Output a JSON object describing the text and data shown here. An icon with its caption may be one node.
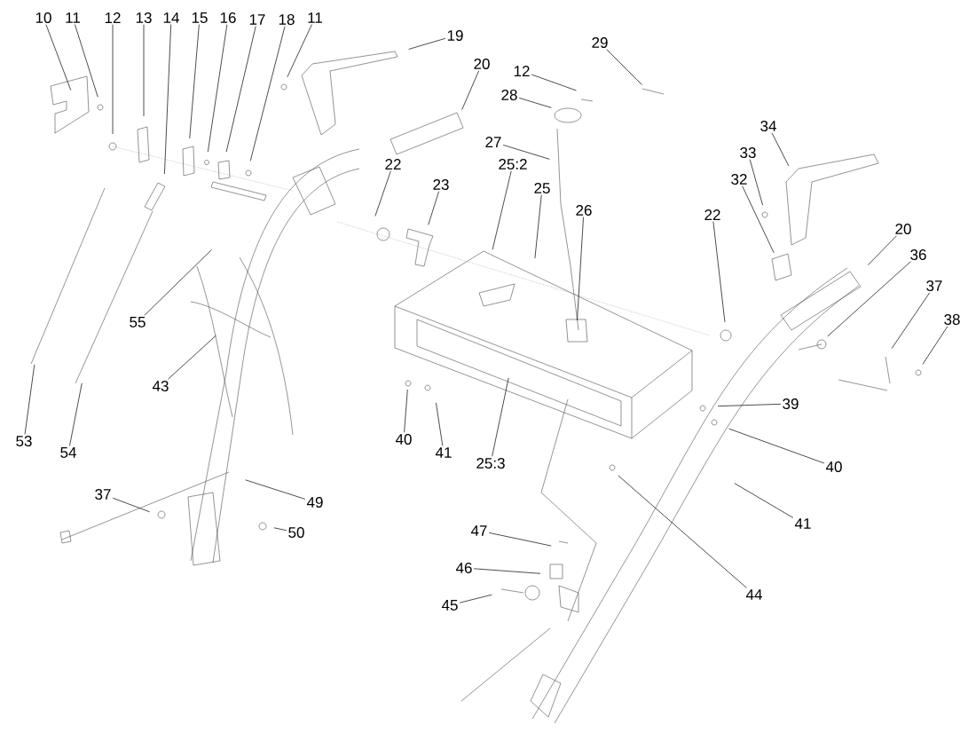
{
  "diagram": {
    "nodes": [
      {
        "text": [
          "10"
        ]
      },
      {
        "text": [
          "11"
        ]
      },
      {
        "text": [
          "12"
        ]
      },
      {
        "text": [
          "13"
        ]
      },
      {
        "text": [
          "14"
        ]
      },
      {
        "text": [
          "15"
        ]
      },
      {
        "text": [
          "16"
        ]
      },
      {
        "text": [
          "17"
        ]
      },
      {
        "text": [
          "18"
        ]
      },
      {
        "text": [
          "11"
        ]
      },
      {
        "text": [
          "19"
        ]
      },
      {
        "text": [
          "29"
        ]
      },
      {
        "text": [
          "20"
        ]
      },
      {
        "text": [
          "12"
        ]
      },
      {
        "text": [
          "28"
        ]
      },
      {
        "text": [
          "34"
        ]
      },
      {
        "text": [
          "27"
        ]
      },
      {
        "text": [
          "33"
        ]
      },
      {
        "text": [
          "22"
        ]
      },
      {
        "text": [
          "25:2"
        ]
      },
      {
        "text": [
          "32"
        ]
      },
      {
        "text": [
          "23"
        ]
      },
      {
        "text": [
          "25"
        ]
      },
      {
        "text": [
          "26"
        ]
      },
      {
        "text": [
          "22"
        ]
      },
      {
        "text": [
          "20"
        ]
      },
      {
        "text": [
          "36"
        ]
      },
      {
        "text": [
          "37"
        ]
      },
      {
        "text": [
          "38"
        ]
      },
      {
        "text": [
          "55"
        ]
      },
      {
        "text": [
          "43"
        ]
      },
      {
        "text": [
          "39"
        ]
      },
      {
        "text": [
          "53"
        ]
      },
      {
        "text": [
          "40"
        ]
      },
      {
        "text": [
          "54"
        ]
      },
      {
        "text": [
          "41"
        ]
      },
      {
        "text": [
          "25:3"
        ]
      },
      {
        "text": [
          "40"
        ]
      },
      {
        "text": [
          "37"
        ]
      },
      {
        "text": [
          "49"
        ]
      },
      {
        "text": [
          "41"
        ]
      },
      {
        "text": [
          "47"
        ]
      },
      {
        "text": [
          "50"
        ]
      },
      {
        "text": [
          "46"
        ]
      },
      {
        "text": [
          "44"
        ]
      },
      {
        "text": [
          "45"
        ]
      }
    ],
    "edges": [
      {
        "from": 0,
        "to": null,
        "arrow": "none"
      },
      {
        "from": 1,
        "to": null,
        "arrow": "none"
      },
      {
        "from": 2,
        "to": null,
        "arrow": "none"
      },
      {
        "from": 3,
        "to": null,
        "arrow": "none"
      },
      {
        "from": 4,
        "to": null,
        "arrow": "none"
      },
      {
        "from": 5,
        "to": null,
        "arrow": "none"
      },
      {
        "from": 6,
        "to": null,
        "arrow": "none"
      },
      {
        "from": 7,
        "to": null,
        "arrow": "none"
      },
      {
        "from": 8,
        "to": null,
        "arrow": "none"
      },
      {
        "from": 9,
        "to": null,
        "arrow": "none"
      },
      {
        "from": 10,
        "to": null,
        "arrow": "none"
      },
      {
        "from": 11,
        "to": null,
        "arrow": "none"
      },
      {
        "from": 12,
        "to": null,
        "arrow": "none"
      },
      {
        "from": 13,
        "to": null,
        "arrow": "none"
      },
      {
        "from": 14,
        "to": null,
        "arrow": "none"
      },
      {
        "from": 15,
        "to": null,
        "arrow": "none"
      },
      {
        "from": 16,
        "to": null,
        "arrow": "none"
      },
      {
        "from": 17,
        "to": null,
        "arrow": "none"
      },
      {
        "from": 18,
        "to": null,
        "arrow": "none"
      },
      {
        "from": 19,
        "to": null,
        "arrow": "none"
      },
      {
        "from": 20,
        "to": null,
        "arrow": "none"
      },
      {
        "from": 21,
        "to": null,
        "arrow": "none"
      },
      {
        "from": 22,
        "to": null,
        "arrow": "none"
      },
      {
        "from": 23,
        "to": null,
        "arrow": "none"
      },
      {
        "from": 24,
        "to": null,
        "arrow": "none"
      },
      {
        "from": 25,
        "to": null,
        "arrow": "none"
      },
      {
        "from": 26,
        "to": null,
        "arrow": "none"
      },
      {
        "from": 27,
        "to": null,
        "arrow": "none"
      },
      {
        "from": 28,
        "to": null,
        "arrow": "none"
      },
      {
        "from": 29,
        "to": null,
        "arrow": "none"
      },
      {
        "from": 30,
        "to": null,
        "arrow": "none"
      },
      {
        "from": 31,
        "to": null,
        "arrow": "none"
      },
      {
        "from": 32,
        "to": null,
        "arrow": "none"
      },
      {
        "from": 33,
        "to": null,
        "arrow": "none"
      },
      {
        "from": 34,
        "to": null,
        "arrow": "none"
      },
      {
        "from": 35,
        "to": null,
        "arrow": "none"
      },
      {
        "from": 36,
        "to": null,
        "arrow": "none"
      },
      {
        "from": 37,
        "to": null,
        "arrow": "none"
      },
      {
        "from": 38,
        "to": null,
        "arrow": "none"
      },
      {
        "from": 39,
        "to": null,
        "arrow": "none"
      },
      {
        "from": 40,
        "to": null,
        "arrow": "none"
      },
      {
        "from": 41,
        "to": null,
        "arrow": "none"
      },
      {
        "from": 42,
        "to": null,
        "arrow": "none"
      },
      {
        "from": 43,
        "to": null,
        "arrow": "none"
      },
      {
        "from": 44,
        "to": null,
        "arrow": "none"
      },
      {
        "from": 45,
        "to": null,
        "arrow": "none"
      }
    ]
  }
}
